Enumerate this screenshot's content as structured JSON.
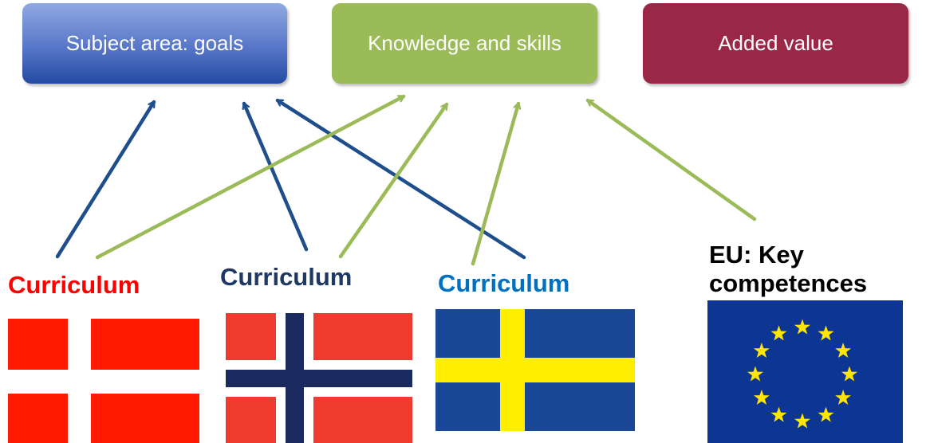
{
  "boxes": {
    "goals": "Subject area: goals",
    "knowledge": "Knowledge and skills",
    "added_value": "Added value"
  },
  "curricula": {
    "denmark": {
      "label": "Curriculum",
      "color": "#ff0000"
    },
    "norway": {
      "label": "Curriculum",
      "color": "#1f3864"
    },
    "sweden": {
      "label": "Curriculum",
      "color": "#0070c0"
    }
  },
  "eu": {
    "line1": "EU: Key",
    "line2": "competences"
  },
  "colors": {
    "goals_box": "#4a6cc0",
    "knowledge_box": "#9bbb59",
    "added_box": "#9b2747",
    "blue_arrow": "#1f4e8c",
    "green_arrow": "#9bbb59",
    "dk_red": "#ff1a00",
    "no_red": "#ee3a2f",
    "no_blue": "#1b2a5e",
    "se_blue": "#1a4796",
    "se_yellow": "#ffee00",
    "eu_blue": "#0d3594",
    "eu_star": "#ffe600"
  },
  "flags": [
    "denmark-flag",
    "norway-flag",
    "sweden-flag",
    "eu-flag"
  ]
}
